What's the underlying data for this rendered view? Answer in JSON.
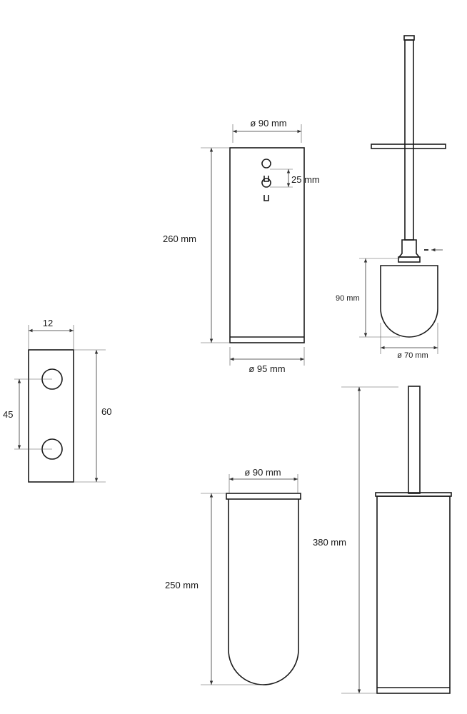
{
  "drawing": {
    "bracket": {
      "width": "12",
      "height": "60",
      "hole_spacing": "45"
    },
    "wall_holder": {
      "top_diameter": "ø 90 mm",
      "bottom_diameter": "ø 95 mm",
      "height": "260 mm",
      "keyhole_spacing": "25 mm"
    },
    "brush": {
      "head_height": "90 mm",
      "head_diameter": "ø 70 mm"
    },
    "glass_insert": {
      "diameter": "ø 90 mm",
      "height": "250 mm"
    },
    "assembly": {
      "total_height": "380 mm"
    }
  }
}
